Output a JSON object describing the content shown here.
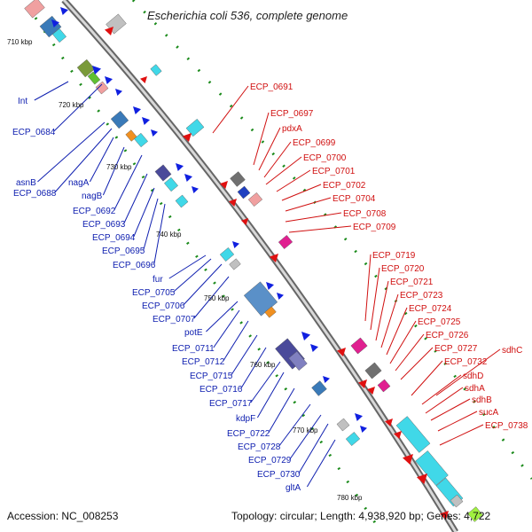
{
  "title": "Escherichia coli 536, complete genome",
  "scale_ticks": [
    "710 kbp",
    "720 kbp",
    "730 kbp",
    "740 kbp",
    "750 kbp",
    "760 kbp",
    "770 kbp",
    "780 kbp"
  ],
  "left_labels": [
    "Int",
    "ECP_0684",
    "asnB",
    "ECP_0688",
    "nagA",
    "nagB",
    "ECP_0692",
    "ECP_0693",
    "ECP_0694",
    "ECP_0695",
    "ECP_0696",
    "fur",
    "ECP_0705",
    "ECP_0706",
    "ECP_0707",
    "potE",
    "ECP_0711",
    "ECP_0712",
    "ECP_0715",
    "ECP_0716",
    "ECP_0717",
    "kdpF",
    "ECP_0722",
    "ECP_0728",
    "ECP_0729",
    "ECP_0730",
    "gltA"
  ],
  "right_labels": [
    "ECP_0691",
    "ECP_0697",
    "pdxA",
    "ECP_0699",
    "ECP_0700",
    "ECP_0701",
    "ECP_0702",
    "ECP_0704",
    "ECP_0708",
    "ECP_0709",
    "ECP_0719",
    "ECP_0720",
    "ECP_0721",
    "ECP_0723",
    "ECP_0724",
    "ECP_0725",
    "ECP_0726",
    "ECP_0727",
    "sdhC",
    "ECP_0732",
    "sdhD",
    "sdhA",
    "sdhB",
    "sucA",
    "ECP_0738"
  ],
  "footer": {
    "accession": "Accession: NC_008253",
    "summary": "Topology: circular; Length: 4,938,920 bp; Genes: 4,722"
  },
  "colors": {
    "left_label": "#1020b0",
    "right_label": "#d01010",
    "backbone": "#888888",
    "tick_dot": "#1a8a1a"
  }
}
